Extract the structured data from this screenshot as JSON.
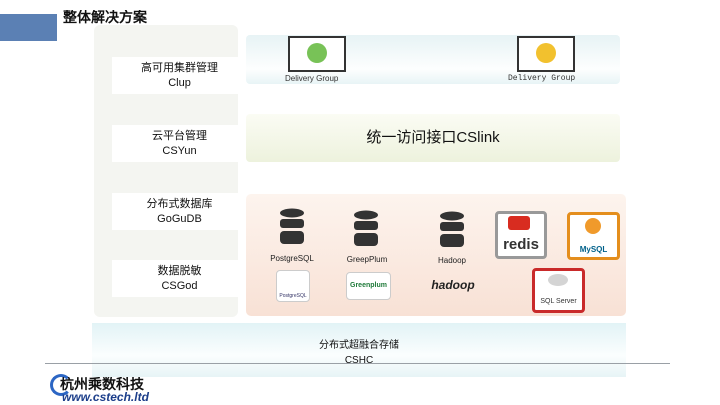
{
  "header": {
    "title": "整体解决方案"
  },
  "left_panel": {
    "items": [
      {
        "cn": "高可用集群管理",
        "en": "Clup"
      },
      {
        "cn": "云平台管理",
        "en": "CSYun"
      },
      {
        "cn": "分布式数据库",
        "en": "GoGuDB"
      },
      {
        "cn": "数据脱敏",
        "en": "CSGod"
      }
    ]
  },
  "delivery": {
    "left_label": "Delivery Group",
    "right_label": "Delivery Group"
  },
  "access": {
    "label": "统一访问接口CSlink"
  },
  "databases": {
    "postgres": {
      "name": "PostgreSQL",
      "logo_text": "PostgreSQL"
    },
    "greenplum": {
      "name": "GreepPlum",
      "logo_text": "Greenplum"
    },
    "hadoop": {
      "name": "Hadoop",
      "logo_text": "hadoop"
    },
    "redis": {
      "logo_text": "redis"
    },
    "mysql": {
      "logo_text": "MySQL"
    },
    "sqlserver": {
      "logo_text": "SQL Server"
    }
  },
  "storage": {
    "cn": "分布式超融合存储",
    "en": "CSHC"
  },
  "footer": {
    "brand_cn": "杭州乘数科技",
    "brand_url": "www.cstech.ltd"
  },
  "colors": {
    "accent_blue": "#5b80b4",
    "green_user": "#78c257",
    "yellow_user": "#f2c12e",
    "redis_red": "#d82c20",
    "mysql_orange": "#e48e1d"
  }
}
